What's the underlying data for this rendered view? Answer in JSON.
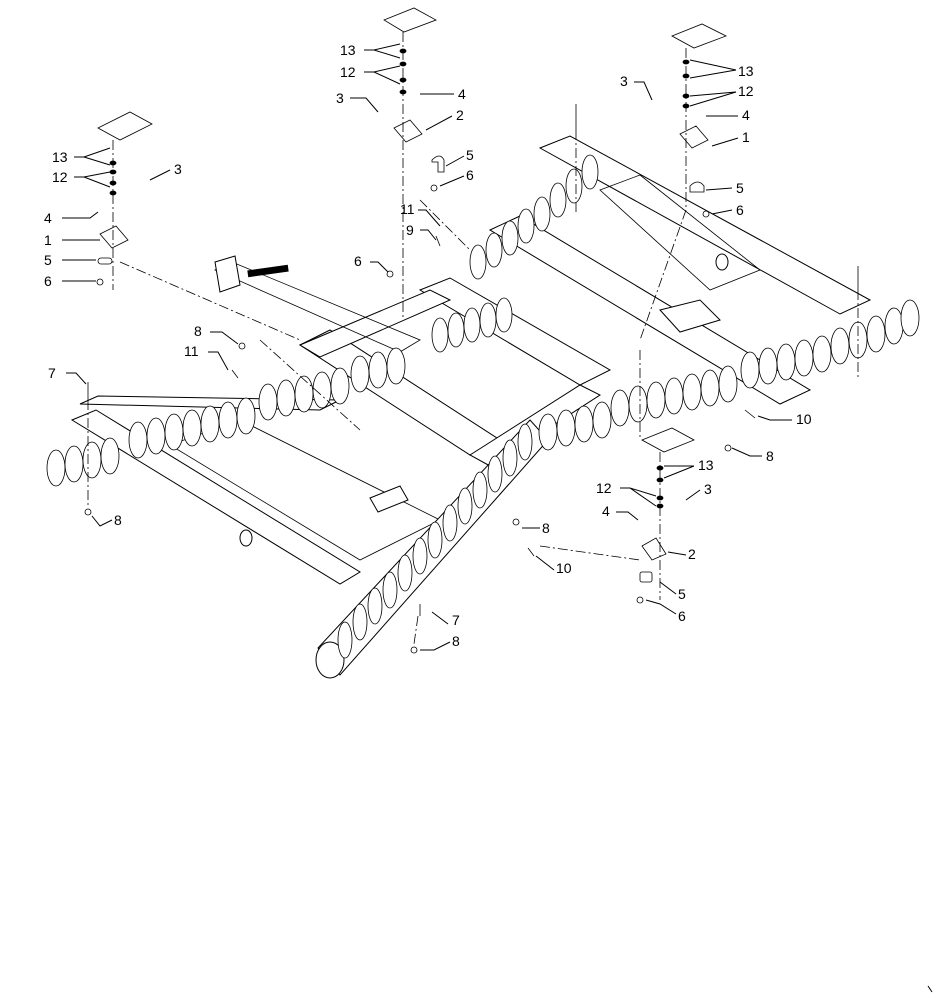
{
  "diagram": {
    "callouts": [
      "1",
      "2",
      "3",
      "4",
      "5",
      "6",
      "7",
      "8",
      "9",
      "10",
      "11",
      "12",
      "13"
    ]
  }
}
